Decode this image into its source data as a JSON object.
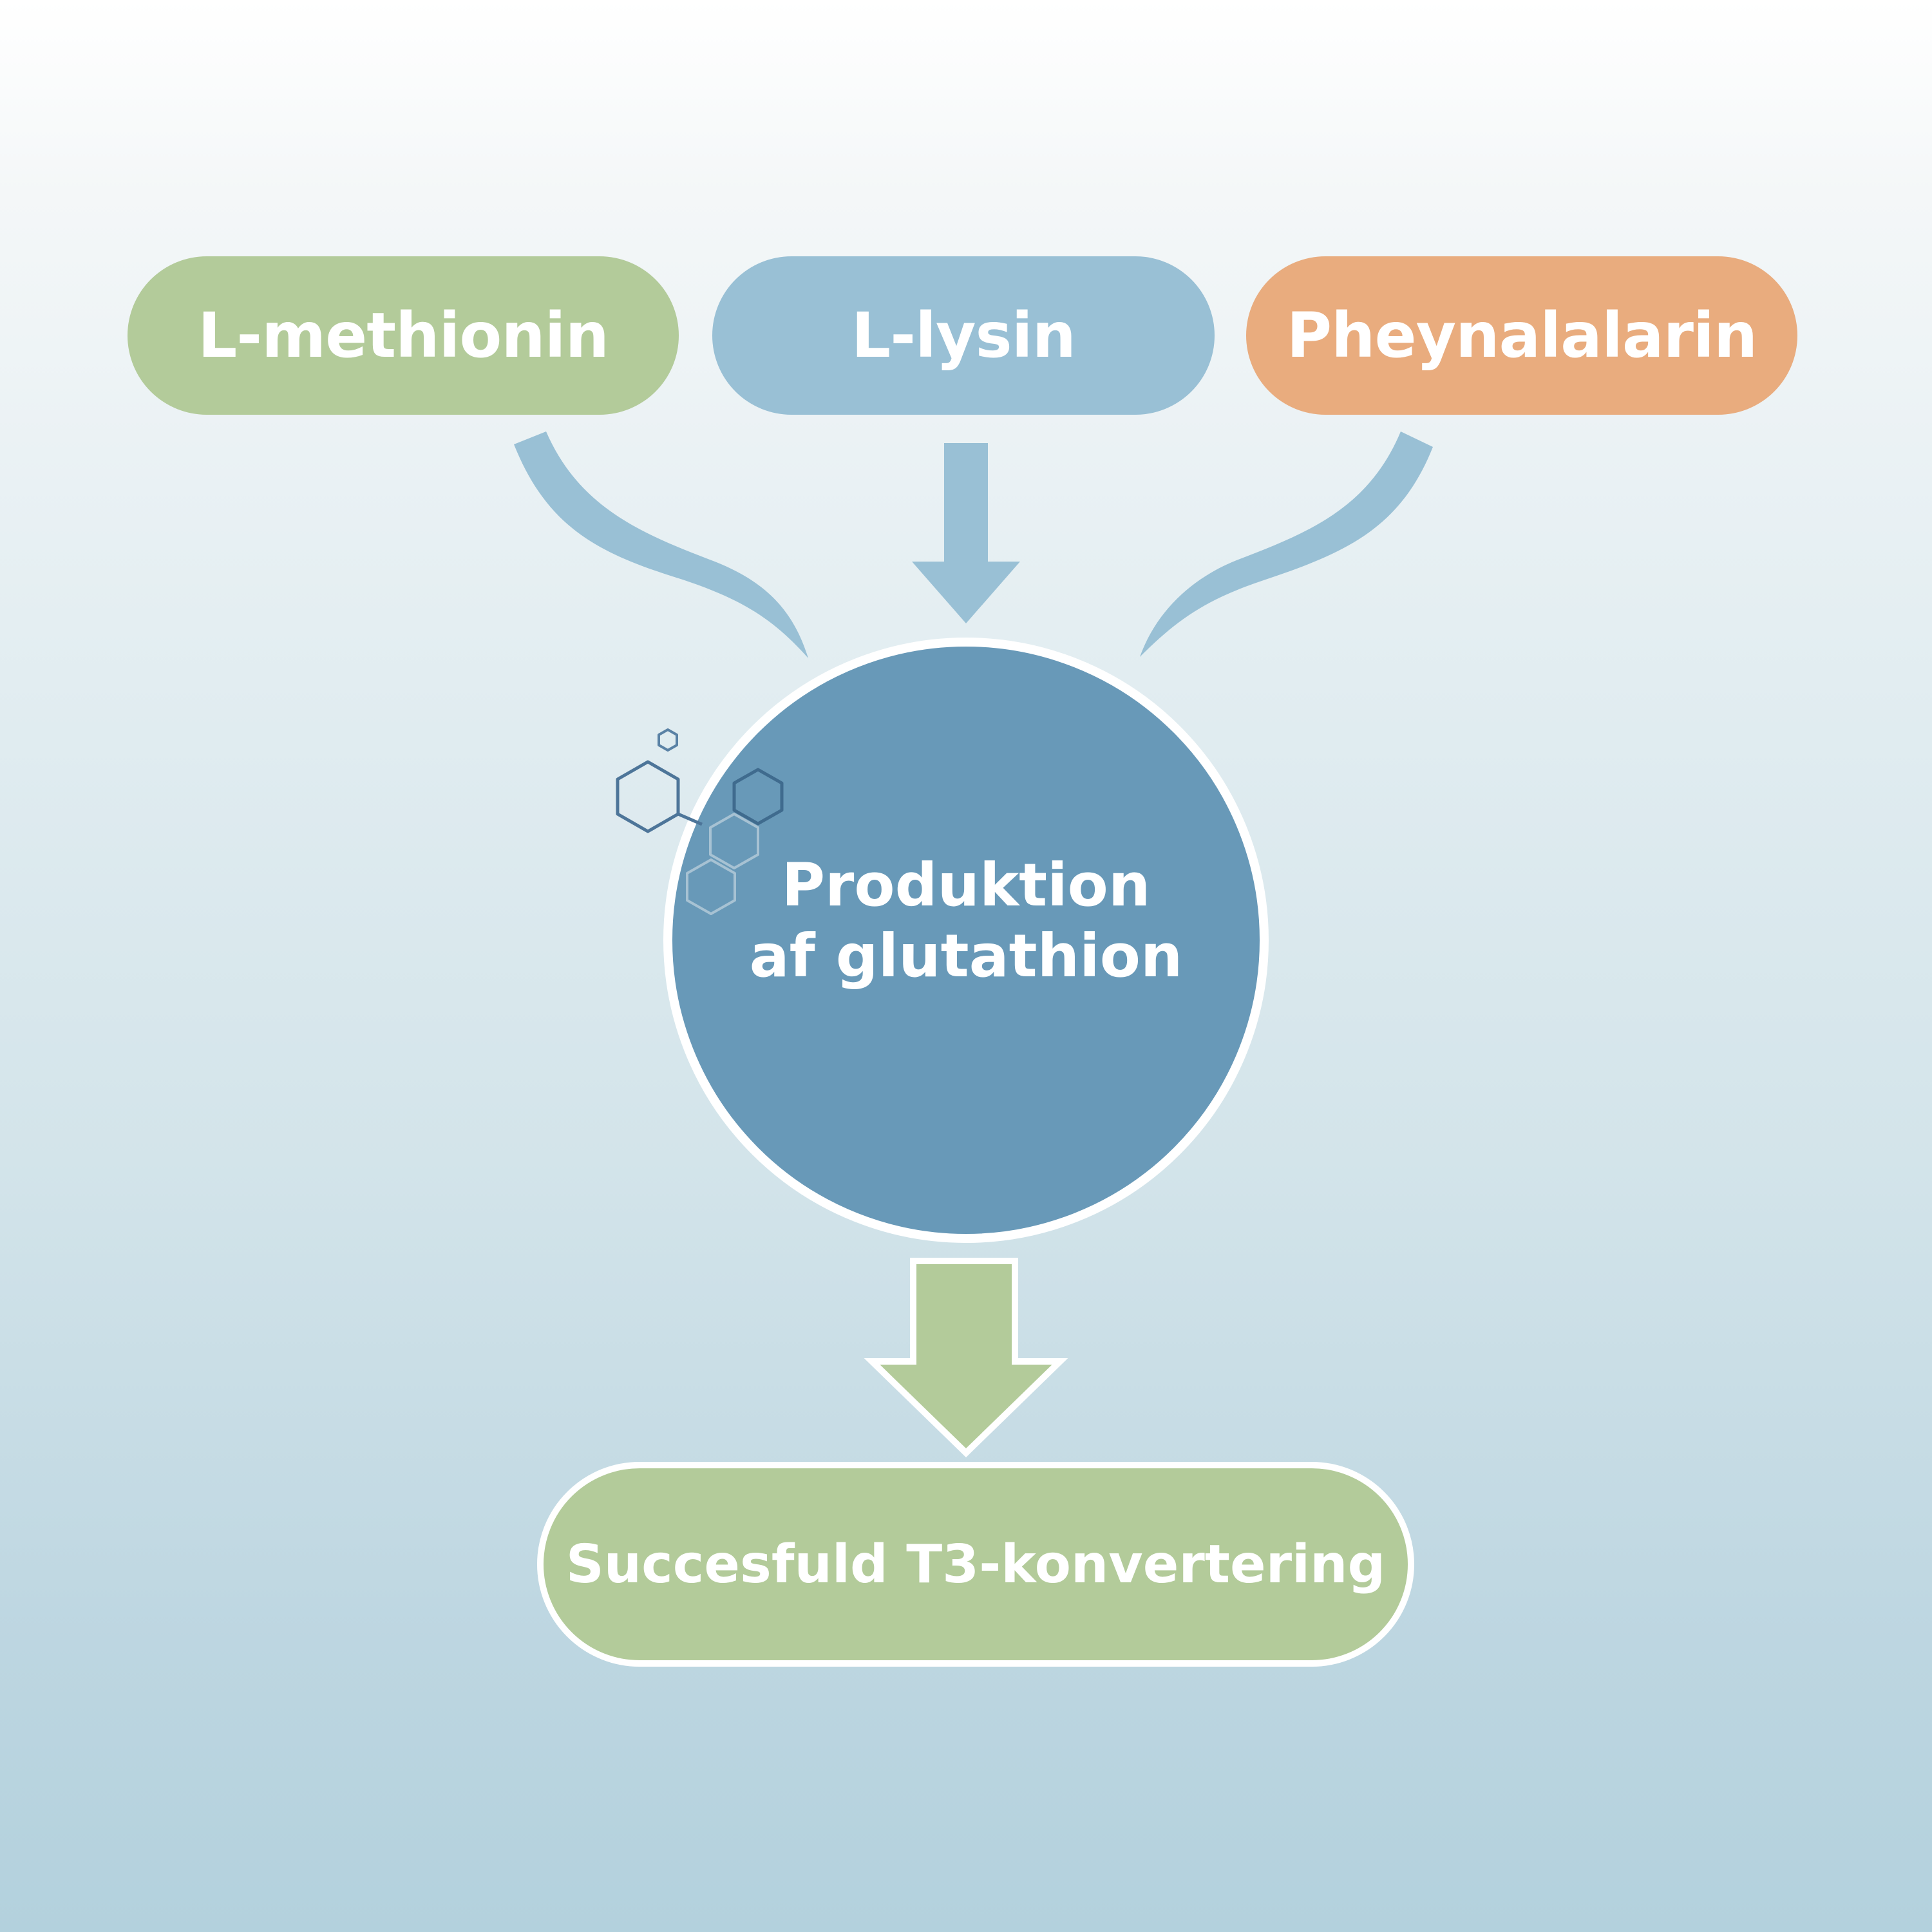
{
  "inputs": [
    {
      "label": "L-methionin",
      "color": "#b3cb9a"
    },
    {
      "label": "L-lysin",
      "color": "#99c0d5"
    },
    {
      "label": "Pheynalalarin",
      "color": "#e9ac7e"
    }
  ],
  "process": {
    "line1": "Produktion",
    "line2": "af glutathion",
    "color": "#6899b8"
  },
  "output": {
    "label": "Succesfuld T3-konvertering",
    "color": "#b3cb9a"
  },
  "arrow_colors": {
    "inputs": "#99c0d5",
    "output": "#b3cb9a"
  },
  "icons": [
    "molecule-icon"
  ]
}
